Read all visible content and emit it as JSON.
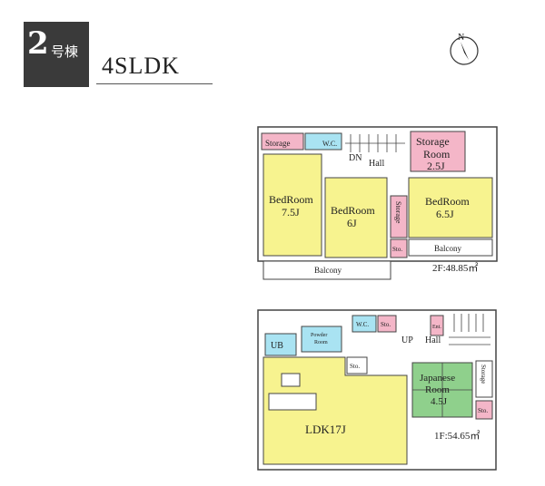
{
  "header": {
    "badge_number": "2",
    "badge_text": "号棟",
    "title": "4SLDK",
    "compass_label": "N"
  },
  "floor2": {
    "rooms": {
      "storage_small": "Storage",
      "wc": "W.C.",
      "dn": "DN",
      "hall": "Hall",
      "storage_room": "Storage",
      "storage_room_l2": "Room",
      "storage_room_size": "2.5J",
      "bedroom_a": "BedRoom",
      "bedroom_a_size": "7.5J",
      "bedroom_b": "BedRoom",
      "bedroom_b_size": "6J",
      "bedroom_c": "BedRoom",
      "bedroom_c_size": "6.5J",
      "storage_vert": "Storage",
      "sto": "Sto.",
      "balcony_small": "Balcony",
      "balcony_big": "Balcony"
    },
    "area": "2F:48.85㎡"
  },
  "floor1": {
    "rooms": {
      "ub": "UB",
      "powder": "Powder",
      "powder_l2": "Room",
      "wc": "W.C.",
      "sto_top": "Sto.",
      "up": "UP",
      "hall": "Hall",
      "ent": "Ent.",
      "sto_mid": "Sto.",
      "japanese": "Japanese",
      "japanese_l2": "Room",
      "japanese_size": "4.5J",
      "storage_vert": "Storage",
      "sto_right": "Sto.",
      "ldk": "LDK17J"
    },
    "area": "1F:54.65㎡"
  },
  "colors": {
    "bedroom": "#f7f38f",
    "storage": "#f4b6c8",
    "wet": "#a9e3f2",
    "japanese": "#8fd08c",
    "ldk": "#f7f38f",
    "wall": "#444444"
  }
}
